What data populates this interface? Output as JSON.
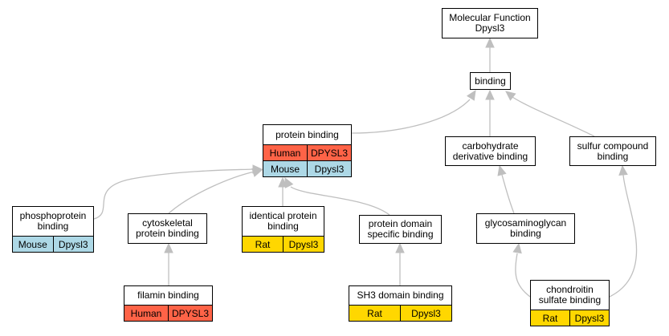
{
  "colors": {
    "human": "#ff6347",
    "mouse": "#add8e6",
    "rat": "#ffd700",
    "edge": "#bfbfbf"
  },
  "nodes": {
    "mf_root": {
      "title": "Molecular Function\nDpysl3",
      "rows": []
    },
    "binding": {
      "title": "binding",
      "rows": []
    },
    "protein_binding": {
      "title": "protein binding",
      "rows": [
        {
          "species": "Human",
          "gene": "DPYSL3"
        },
        {
          "species": "Mouse",
          "gene": "Dpysl3"
        }
      ]
    },
    "carb_binding": {
      "title": "carbohydrate\nderivative binding",
      "rows": []
    },
    "sulfur_binding": {
      "title": "sulfur compound\nbinding",
      "rows": []
    },
    "phospho_binding": {
      "title": "phosphoprotein\nbinding",
      "rows": [
        {
          "species": "Mouse",
          "gene": "Dpysl3"
        }
      ]
    },
    "cyto_binding": {
      "title": "cytoskeletal\nprotein binding",
      "rows": []
    },
    "identical_binding": {
      "title": "identical protein\nbinding",
      "rows": [
        {
          "species": "Rat",
          "gene": "Dpysl3"
        }
      ]
    },
    "domain_binding": {
      "title": "protein domain\nspecific binding",
      "rows": []
    },
    "gag_binding": {
      "title": "glycosaminoglycan\nbinding",
      "rows": []
    },
    "filamin_binding": {
      "title": "filamin binding",
      "rows": [
        {
          "species": "Human",
          "gene": "DPYSL3"
        }
      ]
    },
    "sh3_binding": {
      "title": "SH3 domain binding",
      "rows": [
        {
          "species": "Rat",
          "gene": "Dpysl3"
        }
      ]
    },
    "chondroitin_binding": {
      "title": "chondroitin\nsulfate binding",
      "rows": [
        {
          "species": "Rat",
          "gene": "Dpysl3"
        }
      ]
    }
  },
  "edges": [
    {
      "from": "binding",
      "to": "mf_root"
    },
    {
      "from": "protein_binding",
      "to": "binding"
    },
    {
      "from": "carb_binding",
      "to": "binding"
    },
    {
      "from": "sulfur_binding",
      "to": "binding"
    },
    {
      "from": "phospho_binding",
      "to": "protein_binding"
    },
    {
      "from": "cyto_binding",
      "to": "protein_binding"
    },
    {
      "from": "identical_binding",
      "to": "protein_binding"
    },
    {
      "from": "domain_binding",
      "to": "protein_binding"
    },
    {
      "from": "gag_binding",
      "to": "carb_binding"
    },
    {
      "from": "filamin_binding",
      "to": "cyto_binding"
    },
    {
      "from": "sh3_binding",
      "to": "domain_binding"
    },
    {
      "from": "chondroitin_binding",
      "to": "gag_binding"
    },
    {
      "from": "chondroitin_binding",
      "to": "sulfur_binding"
    }
  ]
}
